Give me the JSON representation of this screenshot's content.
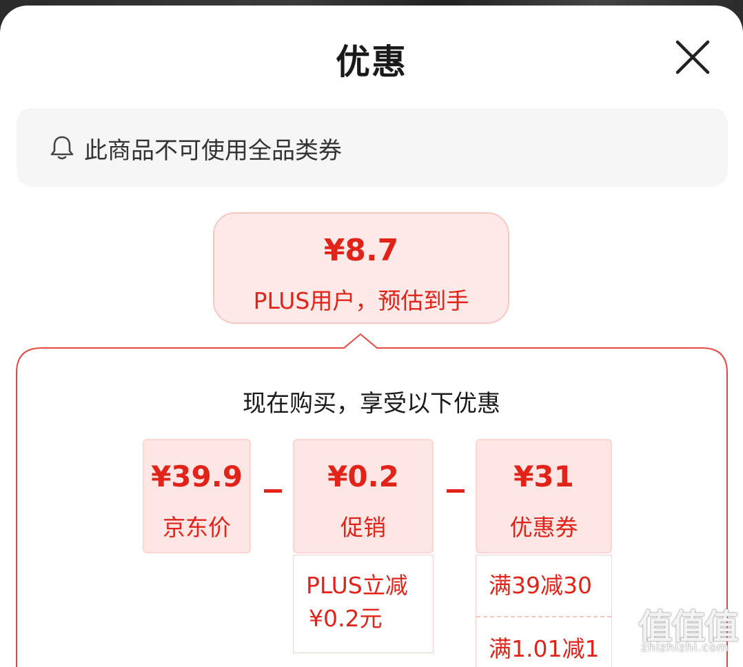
{
  "sheet": {
    "title": "优惠",
    "close_icon": "close-icon"
  },
  "notice": {
    "icon": "bell-icon",
    "text": "此商品不可使用全品类券"
  },
  "estimate": {
    "price": "¥8.7",
    "label": "PLUS用户，预估到手"
  },
  "breakdown": {
    "heading": "现在购买，享受以下优惠",
    "operator": "-",
    "items": [
      {
        "price": "¥39.9",
        "label": "京东价"
      },
      {
        "price": "¥0.2",
        "label": "促销",
        "details": [
          "PLUS立减",
          "¥0.2元"
        ]
      },
      {
        "price": "¥31",
        "label": "优惠券",
        "details": [
          "满39减30",
          "满1.01减1"
        ]
      }
    ]
  },
  "watermark": {
    "glyphs": "值值值",
    "url": "zhizhizhi.com"
  },
  "colors": {
    "accent": "#e2231a",
    "card_bg": "#fde6e4",
    "notice_bg": "#f6f6f6"
  }
}
